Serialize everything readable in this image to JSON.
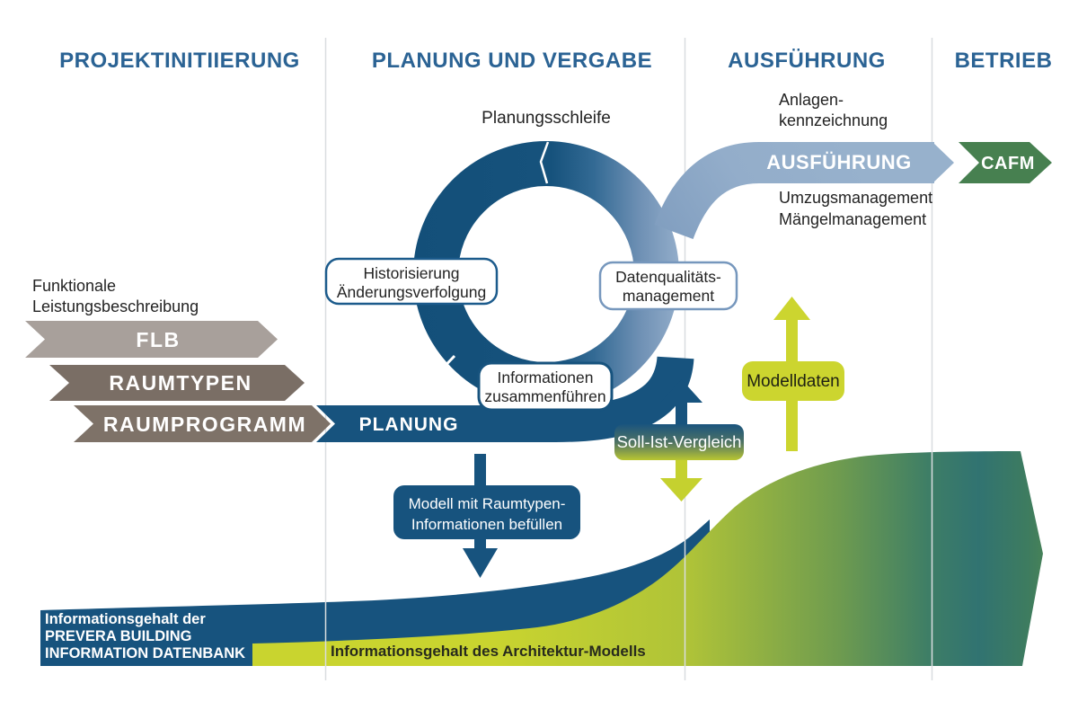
{
  "phases": {
    "p1": "PROJEKTINITIIERUNG",
    "p2": "PLANUNG UND VERGABE",
    "p3": "AUSFÜHRUNG",
    "p4": "BETRIEB"
  },
  "loop": {
    "label": "Planungsschleife"
  },
  "bands": {
    "planung": "PLANUNG",
    "ausfuehrung": "AUSFÜHRUNG",
    "cafm": "CAFM"
  },
  "input_note": {
    "line1": "Funktionale",
    "line2": "Leistungsbeschreibung"
  },
  "input_arrows": {
    "flb": "FLB",
    "raumtypen": "RAUMTYPEN",
    "raumprogramm": "RAUMPROGRAMM"
  },
  "boxes": {
    "historisierung": {
      "line1": "Historisierung",
      "line2": "Änderungsverfolgung"
    },
    "informationen": {
      "line1": "Informationen",
      "line2": "zusammenführen"
    },
    "datenqualitaet": {
      "line1": "Datenqualitäts-",
      "line2": "management"
    },
    "soll_ist": {
      "label": "Soll-Ist-Vergleich"
    },
    "modelldaten": {
      "label": "Modelldaten"
    },
    "modell_befuellen": {
      "line1": "Modell mit Raumtypen-",
      "line2": "Informationen befüllen"
    }
  },
  "annotations": {
    "anlagen": {
      "line1": "Anlagen-",
      "line2": "kennzeichnung"
    },
    "umzug": {
      "line1": "Umzugsmanagement",
      "line2": "Mängelmanagement"
    }
  },
  "footers": {
    "prevera": {
      "line1": "Informationsgehalt der",
      "line2": "PREVERA BUILDING",
      "line3": "INFORMATION DATENBANK"
    },
    "architektur": "Informationsgehalt des Architektur-Modells"
  },
  "colors": {
    "header_blue": "#2B6394",
    "dark_blue": "#17537E",
    "light_blue": "#93ADCA",
    "yellow_green": "#C9D42F",
    "teal": "#317371",
    "cafm_green": "#478050",
    "flb_taupe": "#A8A09B",
    "brown": "#7A6E65",
    "divider_gray": "#D9DDE0"
  }
}
